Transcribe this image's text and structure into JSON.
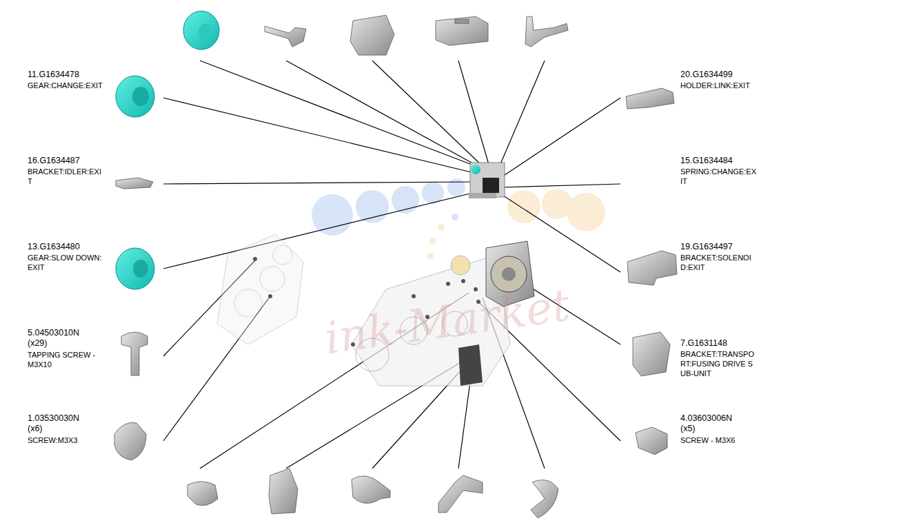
{
  "diagram": {
    "labels": [
      "11.G1634478",
      "GEAR:CHANGE:EXIT",
      "16.G1634487",
      "BRACKET:IDLER:EXIT",
      "13.G1634480",
      "GEAR:SLOW DOWN:EXIT",
      "5.04503010N",
      "(x29)",
      "TAPPING SCREW - M3X10",
      "1.03530030N",
      "(x6)",
      "SCREW:M3X3",
      "20.G1634499",
      "HOLDER:LINK:EXIT",
      "15.G1634484",
      "SPRING:CHANGE:EXIT",
      "19.G1634497",
      "BRACKET:SOLENOID:EXIT",
      "7.G1631148",
      "BRACKET:TRANSPORT:FUSING DRIVE SUB-UNIT",
      "4.03603006N",
      "(x5)",
      "SCREW - M3X6",
      "ink-Market"
    ]
  }
}
